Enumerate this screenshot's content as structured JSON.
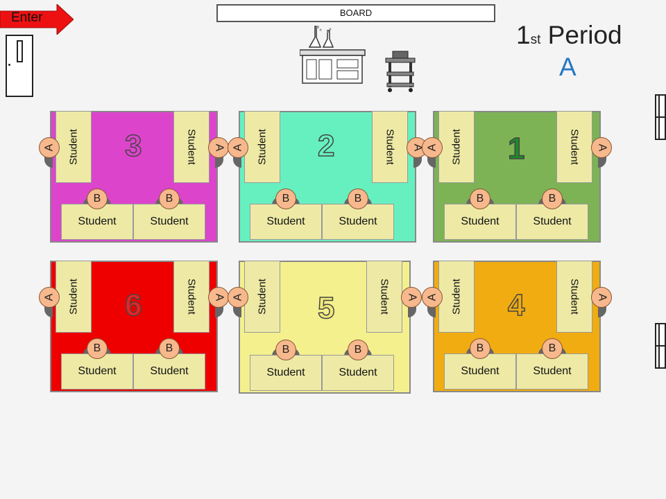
{
  "room": {
    "enter_label": "Enter",
    "board_label": "BOARD",
    "period_number": "1",
    "period_suffix": "st",
    "period_word": "Period",
    "group": "A"
  },
  "colors": {
    "enter_arrow": "#ee1111",
    "group_letter": "#2378c4",
    "card": "#eeeaa6",
    "badge": "#f6b88c"
  },
  "tables": [
    {
      "number": "3",
      "color": "#dd44cc",
      "num_color": "#dd44cc",
      "left_label": "Student",
      "right_label": "Student",
      "seat_a_left": "A",
      "seat_a_right": "A",
      "bottom_left": "Student",
      "bottom_right": "Student",
      "seat_b_left": "B",
      "seat_b_right": "B"
    },
    {
      "number": "2",
      "color": "#66f0c0",
      "num_color": "#66f0c0",
      "left_label": "Student",
      "right_label": "Student",
      "seat_a_left": "A",
      "seat_a_right": "A",
      "bottom_left": "Student",
      "bottom_right": "Student",
      "seat_b_left": "B",
      "seat_b_right": "B"
    },
    {
      "number": "1",
      "color": "#7db355",
      "num_color": "#1e8a2a",
      "left_label": "Student",
      "right_label": "Student",
      "seat_a_left": "A",
      "seat_a_right": "A",
      "bottom_left": "Student",
      "bottom_right": "Student",
      "seat_b_left": "B",
      "seat_b_right": "B"
    },
    {
      "number": "6",
      "color": "#ee0000",
      "num_color": "#ee2222",
      "left_label": "Student",
      "right_label": "Student",
      "seat_a_left": "A",
      "seat_a_right": "A",
      "bottom_left": "Student",
      "bottom_right": "Student",
      "seat_b_left": "B",
      "seat_b_right": "B"
    },
    {
      "number": "5",
      "color": "#f4f08e",
      "num_color": "#f0e87a",
      "left_label": "Student",
      "right_label": "Student",
      "seat_a_left": "A",
      "seat_a_right": "A",
      "bottom_left": "Student",
      "bottom_right": "Student",
      "seat_b_left": "B",
      "seat_b_right": "B"
    },
    {
      "number": "4",
      "color": "#f0ac10",
      "num_color": "#f0ac10",
      "left_label": "Student",
      "right_label": "Student",
      "seat_a_left": "A",
      "seat_a_right": "A",
      "bottom_left": "Student",
      "bottom_right": "Student",
      "seat_b_left": "B",
      "seat_b_right": "B"
    }
  ]
}
